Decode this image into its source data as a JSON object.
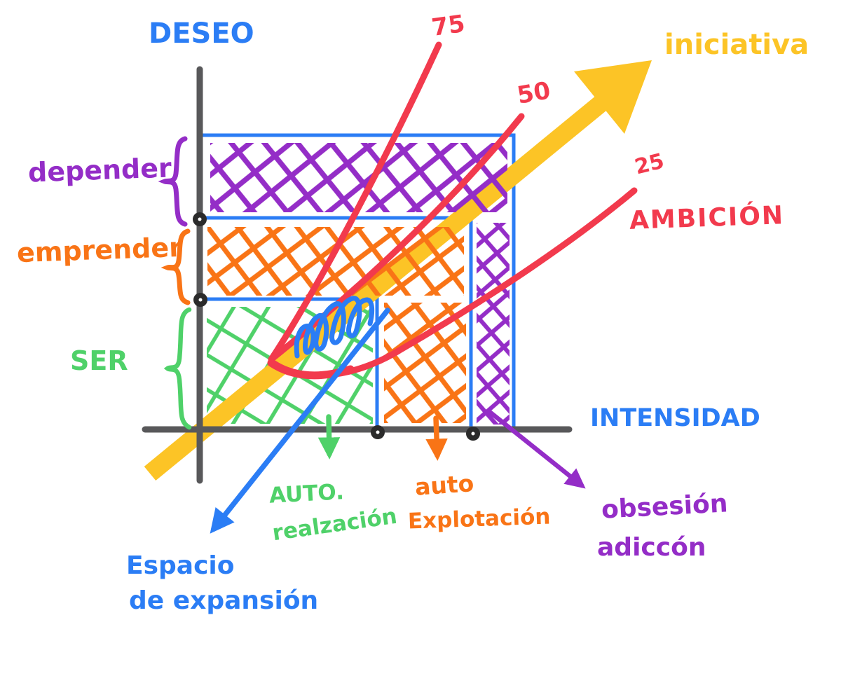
{
  "axes": {
    "y_label": "DESEO",
    "x_label": "INTENSIDAD"
  },
  "zones": {
    "top": "depender",
    "middle": "emprender",
    "bottom": "SER"
  },
  "initiative_arrow_label": "iniciativa",
  "ambition": {
    "name": "AMBICIÓN",
    "level_75": "75",
    "level_50": "50",
    "level_25": "25"
  },
  "bottom_labels": {
    "auto_realization_line1": "AUTO.",
    "auto_realization_line2": "realzación",
    "auto_exploitation_line1": "auto",
    "auto_exploitation_line2": "Explotación",
    "obsession_line1": "obsesión",
    "obsession_line2": "adiccón"
  },
  "expansion_label": {
    "line1": "Espacio",
    "line2": "de expansión"
  },
  "colors": {
    "blue": "#2b7df5",
    "purple": "#942dc7",
    "orange": "#f97416",
    "green": "#4fd169",
    "red": "#f23a4d",
    "yellow": "#fcc426",
    "axis_gray": "#58585a"
  }
}
